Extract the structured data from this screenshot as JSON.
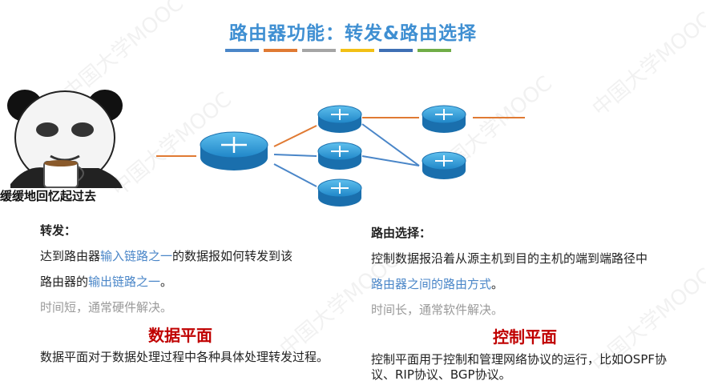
{
  "title": "路由器功能：转发&路由选择",
  "bar_colors": [
    "#4a86c8",
    "#e07a33",
    "#a5a5a5",
    "#f2c014",
    "#3e6fb4",
    "#70ad47"
  ],
  "meme_caption": "缓缓地回忆起过去",
  "watermark_text": "中国大学MOOC",
  "forwarding": {
    "heading": "转发：",
    "line1_prefix": "达到路由器",
    "line1_highlight": "输入链路之一",
    "line1_suffix": "的数据报如何转发到该",
    "line2_prefix": "路由器的",
    "line2_highlight": "输出链路之一",
    "line2_suffix": "。",
    "note": "时间短，通常硬件解决。",
    "plane_title": "数据平面",
    "plane_desc": "数据平面对于数据处理过程中各种具体处理转发过程。"
  },
  "routing": {
    "heading": "路由选择：",
    "line1": "控制数据报沿着从源主机到目的主机的端到端路径中",
    "line2_highlight": "路由器之间的路由方式",
    "line2_suffix": "。",
    "note": "时间长，通常软件解决。",
    "plane_title": "控制平面",
    "plane_desc": "控制平面用于控制和管理网络协议的运行，比如OSPF协议、RIP协议、BGP协议。"
  }
}
